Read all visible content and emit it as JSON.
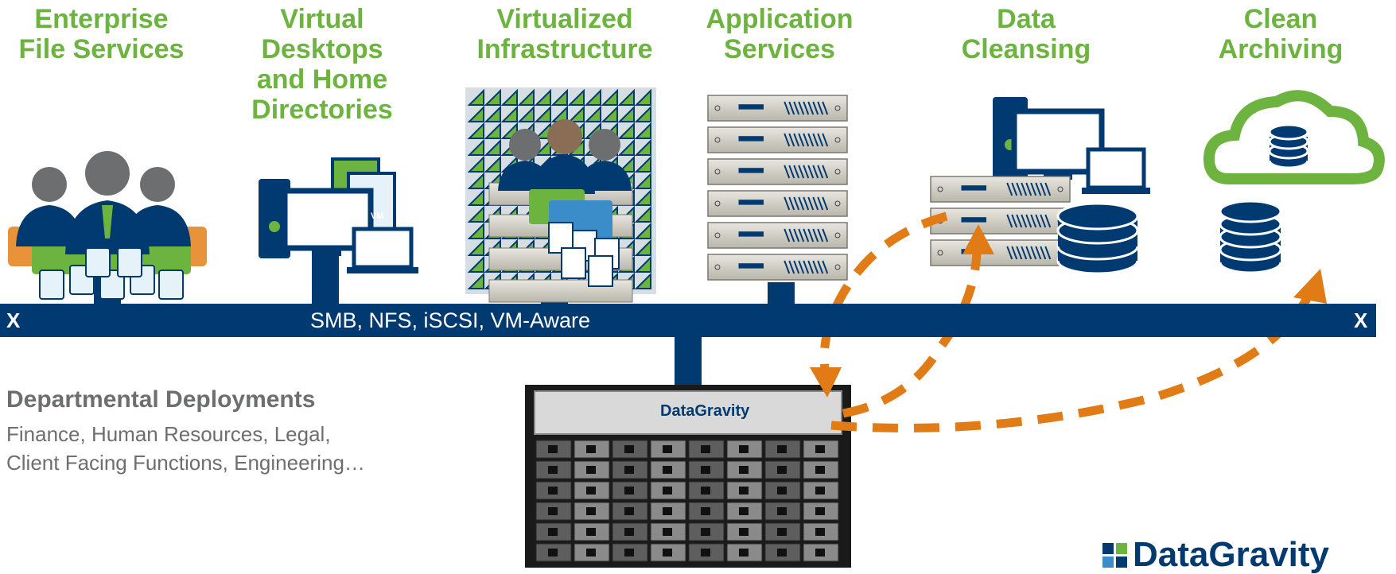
{
  "titles": [
    {
      "text": "Enterprise\nFile Services"
    },
    {
      "text": "Virtual\nDesktops\nand Home\nDirectories"
    },
    {
      "text": "Virtualized\nInfrastructure"
    },
    {
      "text": "Application\nServices"
    },
    {
      "text": "Data\nCleansing"
    },
    {
      "text": "Clean\nArchiving"
    }
  ],
  "bus": {
    "protocols": "SMB, NFS, iSCSI, VM-Aware",
    "left_mark": "X",
    "right_mark": "X"
  },
  "departments": {
    "title": "Departmental Deployments",
    "description": "Finance, Human Resources, Legal,\nClient Facing Functions, Engineering…"
  },
  "appliance": {
    "brand": "DataGravity"
  },
  "logo": {
    "text": "DataGravity"
  },
  "vm_label": "VM",
  "colors": {
    "green": "#6cb33f",
    "navy": "#003a70",
    "orange": "#e07b16",
    "gray": "#6d6e70"
  }
}
